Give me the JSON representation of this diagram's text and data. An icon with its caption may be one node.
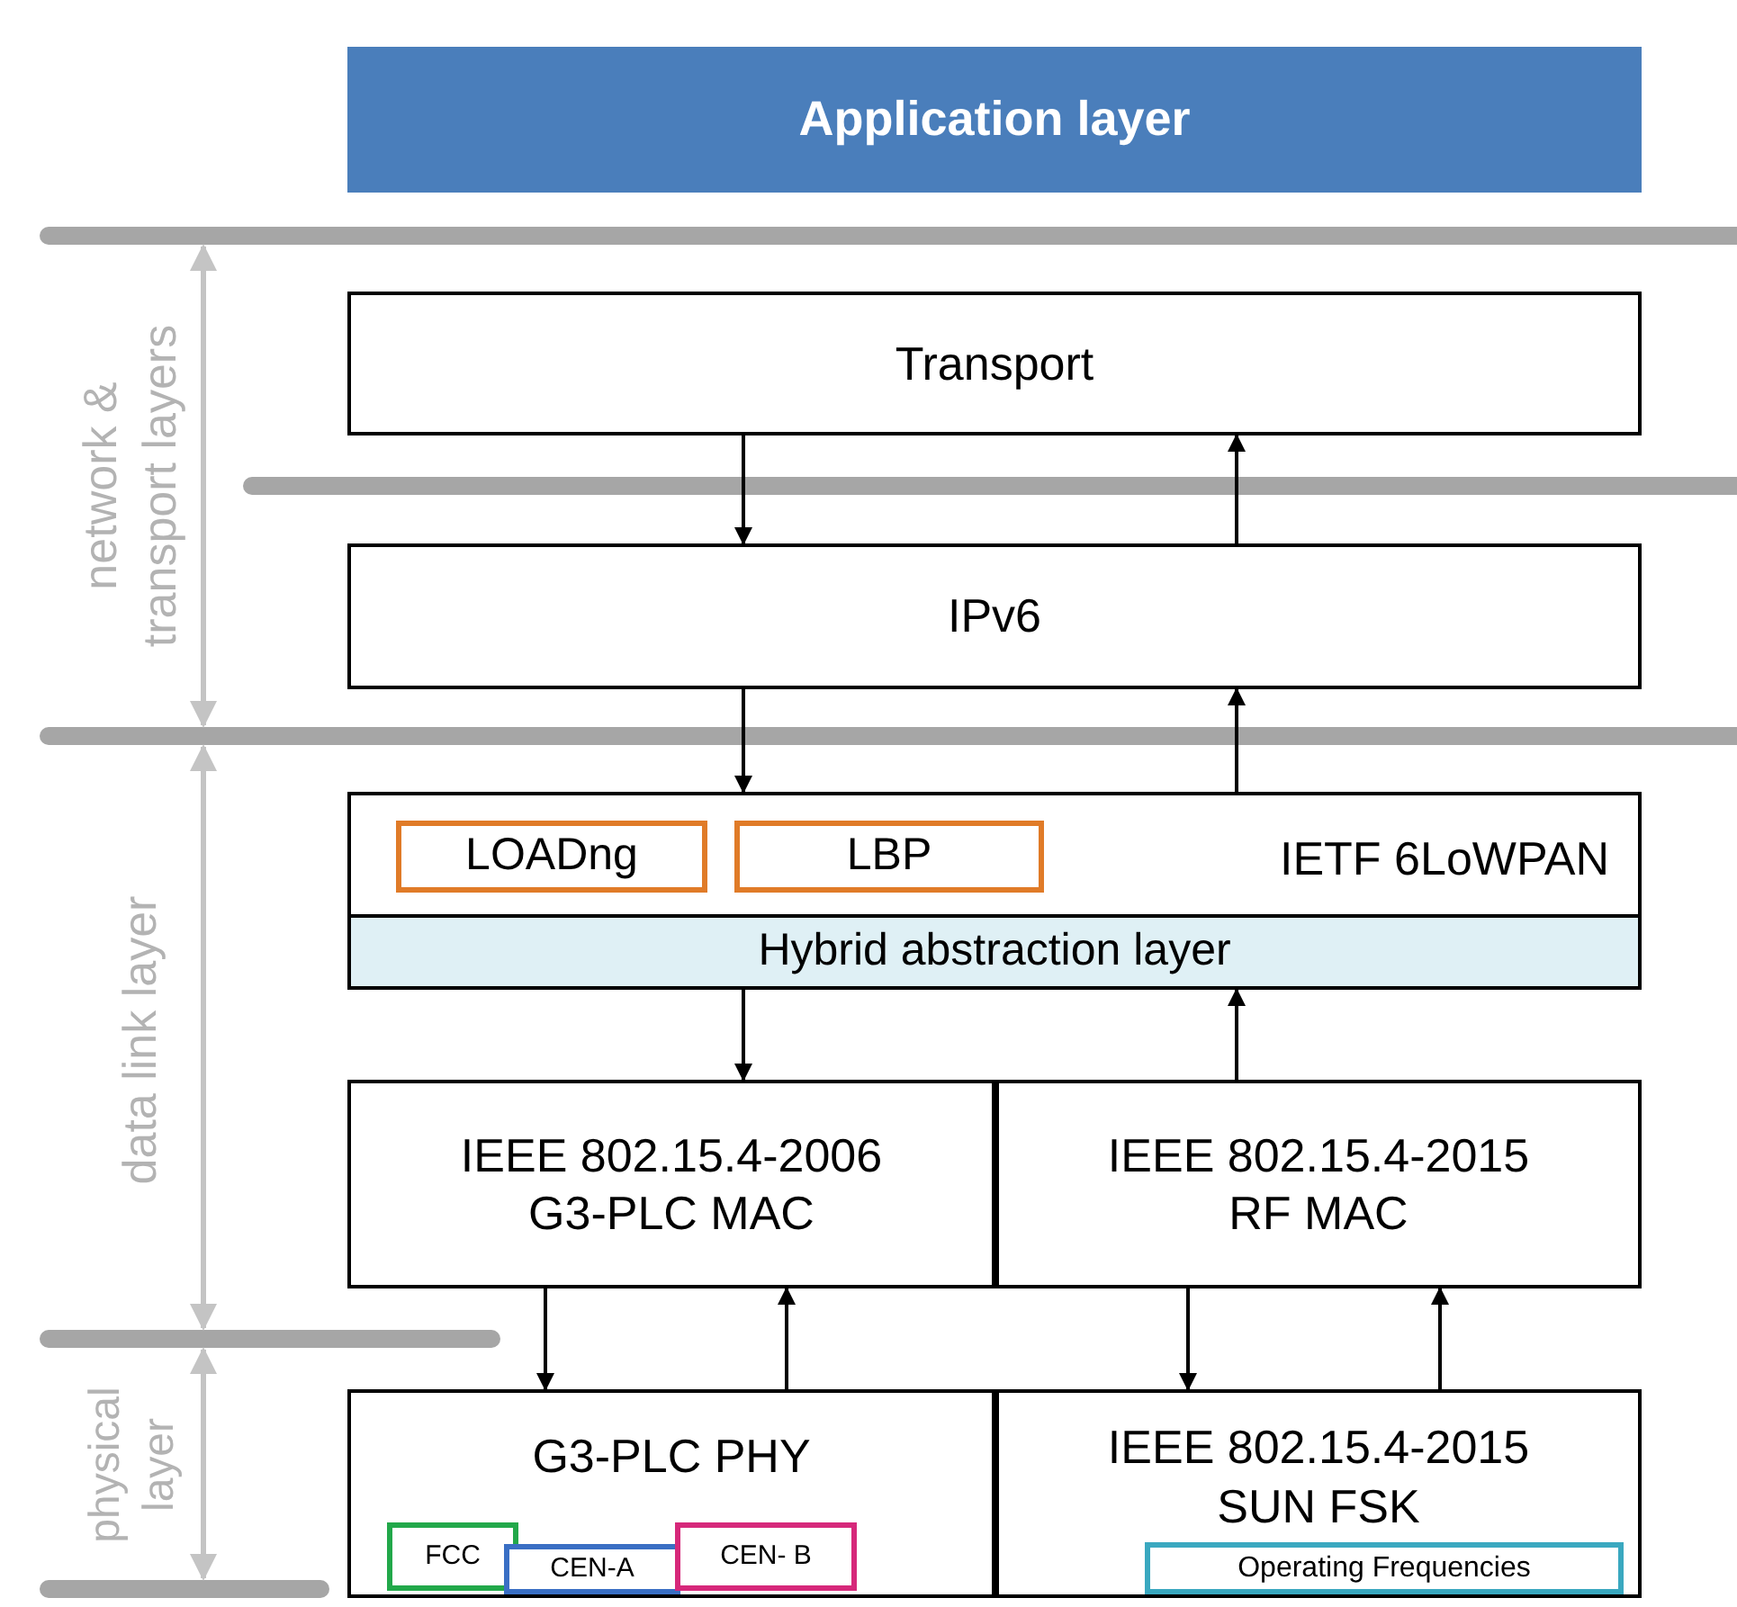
{
  "diagram": {
    "nodes": [
      {
        "text": [
          "Application layer"
        ]
      },
      {
        "text": [
          "Transport"
        ]
      },
      {
        "text": [
          "IPv6"
        ]
      },
      {
        "text": [
          "IETF 6LoWPAN"
        ]
      },
      {
        "text": [
          "LOADng"
        ],
        "in": 3
      },
      {
        "text": [
          "LBP"
        ],
        "in": 3
      },
      {
        "text": [
          "Hybrid abstraction layer"
        ],
        "in": 3
      },
      {
        "text": [
          "IEEE 802.15.4-2006 G3-PLC MAC"
        ]
      },
      {
        "text": [
          "IEEE 802.15.4-2015 RF MAC"
        ]
      },
      {
        "text": [
          "G3-PLC PHY"
        ]
      },
      {
        "text": [
          "FCC"
        ],
        "in": 9
      },
      {
        "text": [
          "CEN-A"
        ],
        "in": 9
      },
      {
        "text": [
          "CEN- B"
        ],
        "in": 9
      },
      {
        "text": [
          "IEEE 802.15.4-2015 SUN FSK"
        ]
      },
      {
        "text": [
          "Operating Frequencies"
        ],
        "in": 13
      }
    ],
    "edges": [
      {
        "from": 1,
        "to": 2,
        "arrow": "to"
      },
      {
        "from": 2,
        "to": 1,
        "arrow": "to"
      },
      {
        "from": 2,
        "to": 3,
        "arrow": "to"
      },
      {
        "from": 3,
        "to": 2,
        "arrow": "to"
      },
      {
        "from": 6,
        "to": 7,
        "arrow": "to"
      },
      {
        "from": 8,
        "to": 6,
        "arrow": "to"
      },
      {
        "from": 7,
        "to": 9,
        "arrow": "to"
      },
      {
        "from": 9,
        "to": 7,
        "arrow": "to"
      },
      {
        "from": 8,
        "to": 13,
        "arrow": "to"
      },
      {
        "from": 13,
        "to": 8,
        "arrow": "to"
      }
    ],
    "labels": [
      "network & transport layers",
      "data link layer",
      "physical layer"
    ]
  }
}
